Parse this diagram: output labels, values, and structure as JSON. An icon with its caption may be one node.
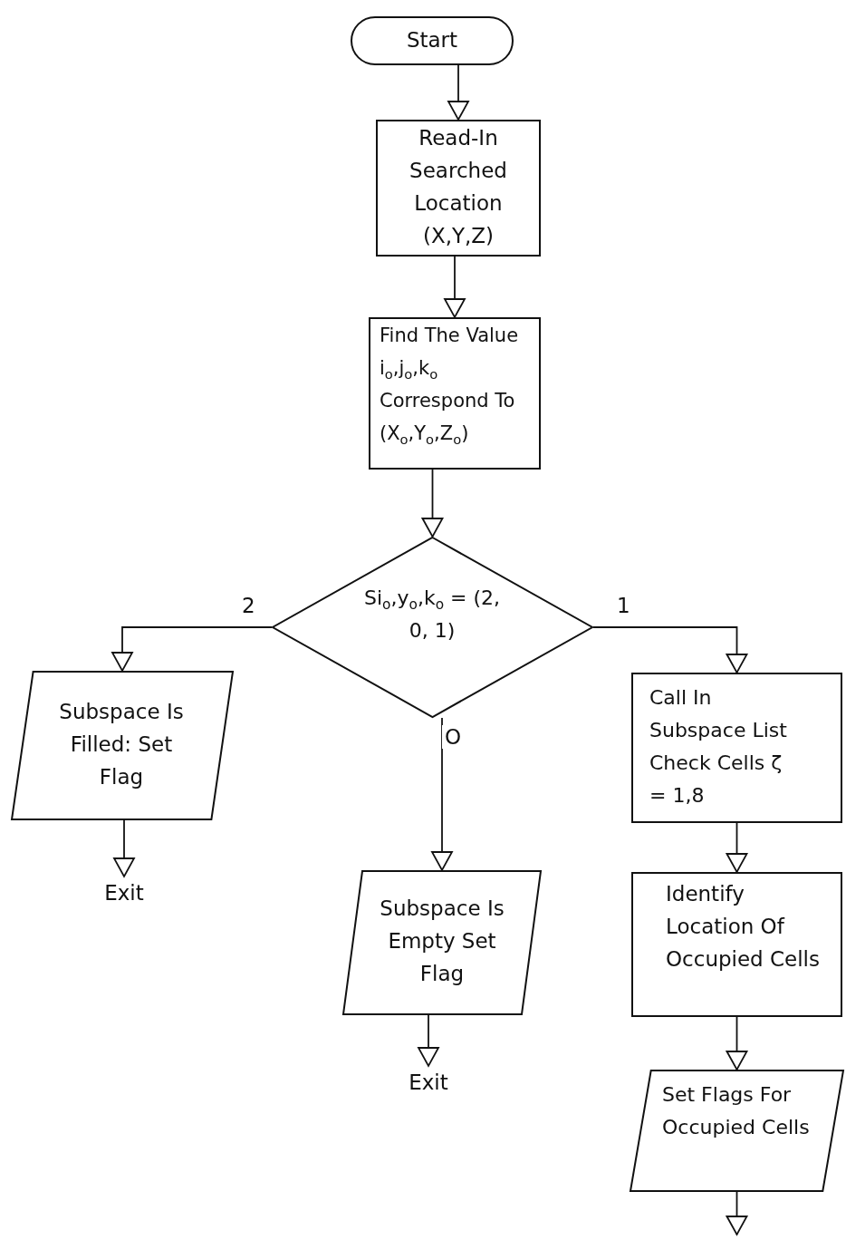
{
  "diagram": {
    "nodes": [
      {
        "text": [
          "Start"
        ]
      },
      {
        "text": [
          "Read-In Searched Location (X,Y,Z)"
        ]
      },
      {
        "text": [
          "Find The Value i$_{o}$,j$_{o}$,k$_{o}$ Correspond To (X$_{o}$,Y$_{o}$,Z$_{o}$)"
        ]
      },
      {
        "text": [
          "Si$_{o}$,y$_{o}$,k$_{o}$ = (2, 0, 1)"
        ]
      },
      {
        "text": [
          "Subspace Is Filled: Set Flag"
        ]
      },
      {
        "text": [
          "Exit"
        ]
      },
      {
        "text": [
          "Subspace Is Empty Set Flag"
        ]
      },
      {
        "text": [
          "Exit"
        ]
      },
      {
        "text": [
          "Call In Subspace List Check Cells ζ = 1,8"
        ]
      },
      {
        "text": [
          "Identify Location Of Occupied Cells"
        ]
      },
      {
        "text": [
          "Set Flags For Occupied Cells"
        ]
      }
    ],
    "edges": [
      {
        "from": 0,
        "to": 1,
        "arrow": "to"
      },
      {
        "from": 1,
        "to": 2,
        "arrow": "to"
      },
      {
        "from": 2,
        "to": 3,
        "arrow": "to"
      },
      {
        "from": 3,
        "to": 4,
        "arrow": "to",
        "label": "2"
      },
      {
        "from": 3,
        "to": 6,
        "arrow": "to",
        "label": "O"
      },
      {
        "from": 3,
        "to": 8,
        "arrow": "to",
        "label": "1"
      },
      {
        "from": 4,
        "to": 5,
        "arrow": "to"
      },
      {
        "from": 6,
        "to": 7,
        "arrow": "to"
      },
      {
        "from": 8,
        "to": 9,
        "arrow": "to"
      },
      {
        "from": 9,
        "to": 10,
        "arrow": "to"
      },
      {
        "from": 10,
        "to": null,
        "arrow": "to"
      }
    ]
  }
}
